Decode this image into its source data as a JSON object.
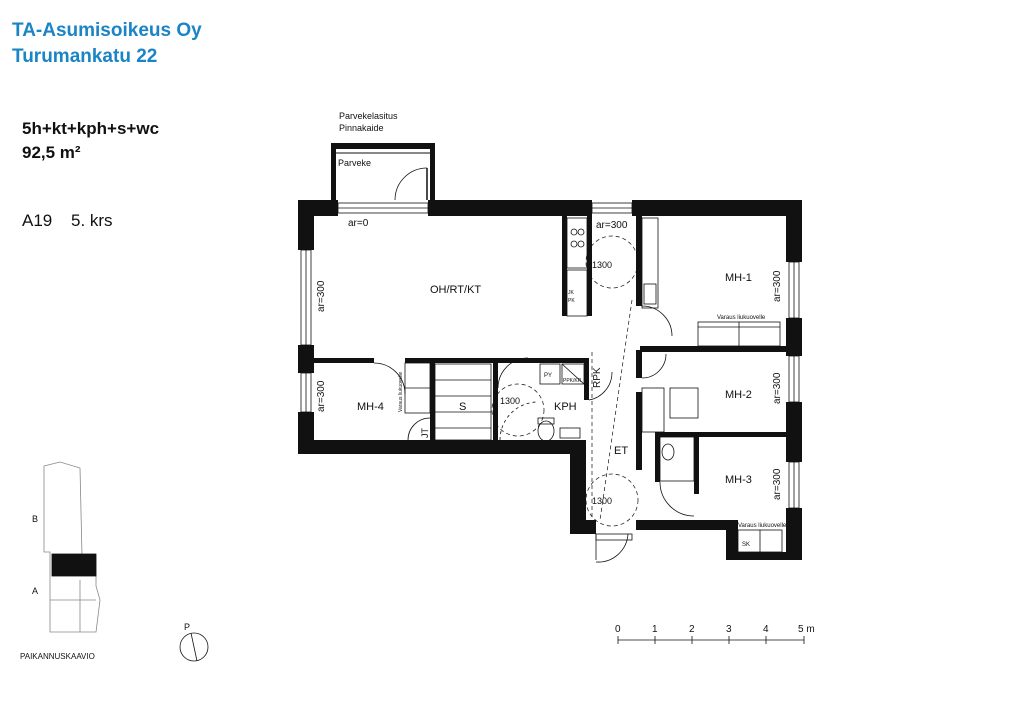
{
  "header": {
    "company": "TA-Asumisoikeus Oy",
    "address": "Turumankatu 22",
    "color": "#1a84c6"
  },
  "apartment": {
    "type": "5h+kt+kph+s+wc",
    "area": "92,5 m²",
    "id": "A19",
    "floor": "5. krs"
  },
  "rooms": {
    "balcony": "Parveke",
    "balcony_glazing": "Parvekelasitus",
    "balcony_railing": "Pinnakaide",
    "living": "OH/RT/KT",
    "bed1": "MH-1",
    "bed2": "MH-2",
    "bed3": "MH-3",
    "bed4": "MH-4",
    "storage": "S",
    "bathroom": "KPH",
    "hall": "ET",
    "rpk": "RPK",
    "jt": "JT"
  },
  "annotations": {
    "ar0": "ar=0",
    "ar300": "ar=300",
    "d1300": "1300",
    "slide_closet": "Varaus liukuovelle",
    "sk": "SK",
    "py": "PY",
    "ppk": "PPK/KR",
    "jk": "JK",
    "pk": "PK"
  },
  "site_plan": {
    "label": "PAIKANNUSKAAVIO",
    "block_a": "A",
    "block_b": "B"
  },
  "north": {
    "label": "P"
  },
  "scale": {
    "ticks": [
      "0",
      "1",
      "2",
      "3",
      "4",
      "5 m"
    ]
  }
}
